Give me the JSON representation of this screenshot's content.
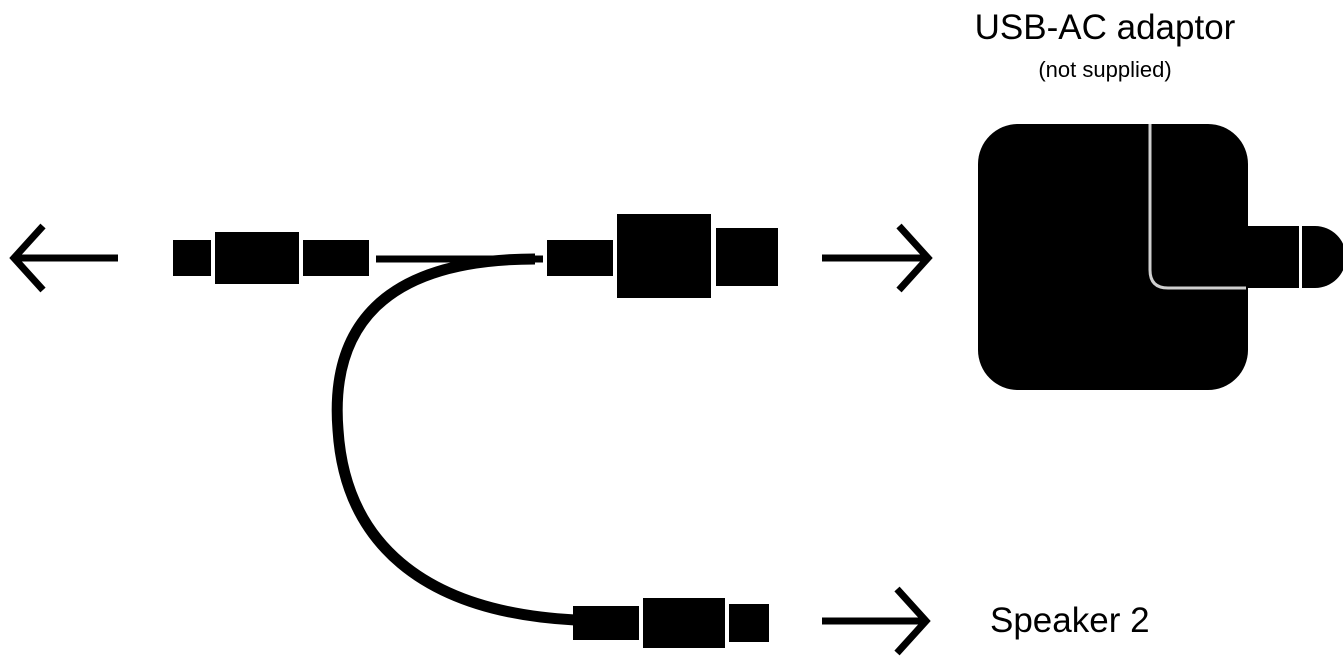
{
  "labels": {
    "adaptor_title": "USB-AC adaptor",
    "adaptor_note": "(not supplied)",
    "speaker": "Speaker 2"
  },
  "icons": [
    "arrow-left-icon",
    "usb-connector-icon",
    "arrow-right-icon",
    "usb-ac-adaptor-icon"
  ],
  "colors": {
    "ink": "#000000",
    "background": "#ffffff",
    "adaptor_line": "#cfcfcf"
  }
}
